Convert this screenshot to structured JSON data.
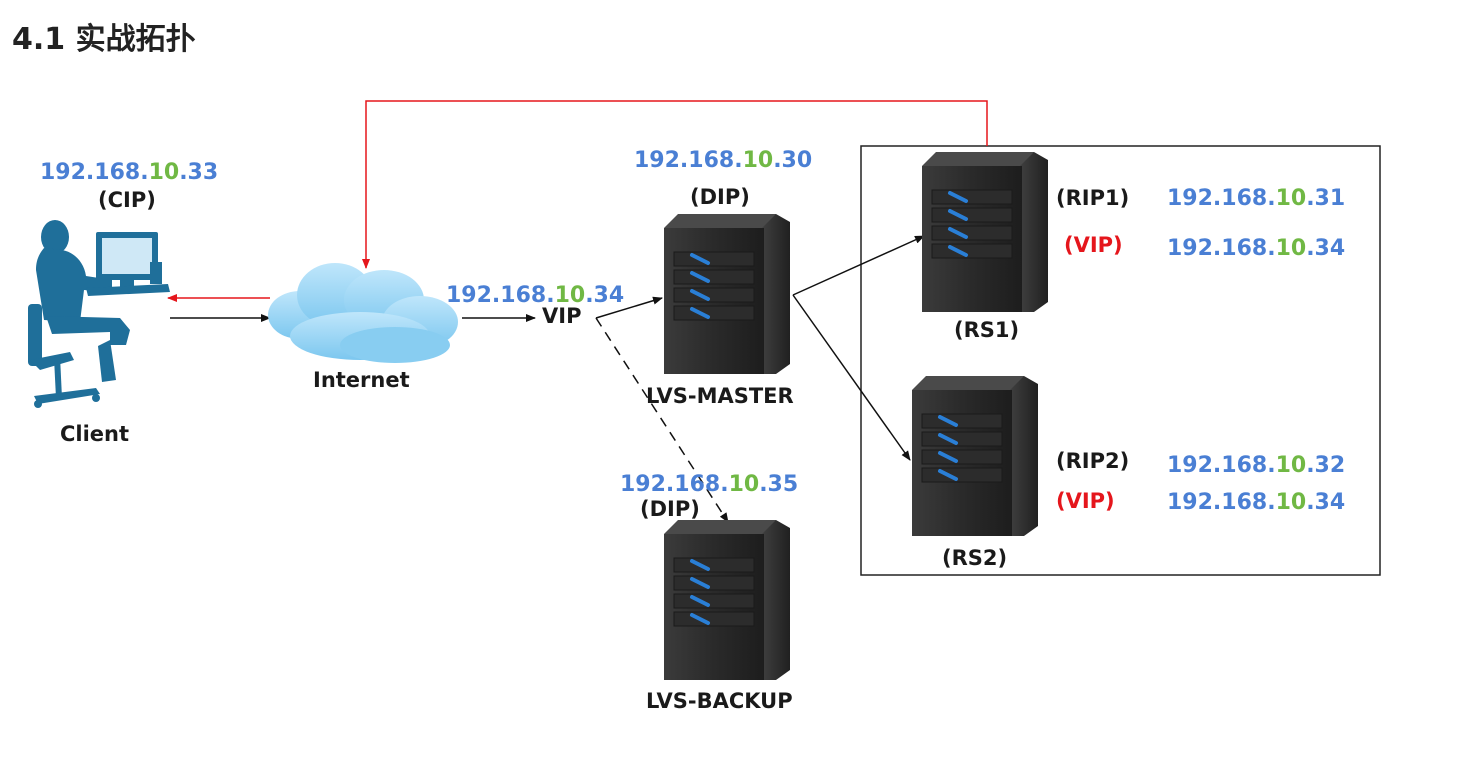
{
  "title": "4.1 实战拓扑",
  "colors": {
    "ip_blue": "#4a7fd4",
    "ip_green": "#70b844",
    "arrow_red": "#e5161c",
    "text": "#1a1a1a"
  },
  "client": {
    "ip": {
      "prefix": "192.168.",
      "subnet": "10",
      "host": ".33"
    },
    "role": "(CIP)",
    "name": "Client",
    "icon": "user-computer-icon"
  },
  "internet": {
    "name": "Internet",
    "icon": "cloud-icon"
  },
  "vip": {
    "ip": {
      "prefix": "192.168.",
      "subnet": "10",
      "host": ".34"
    },
    "label": "VIP"
  },
  "master": {
    "ip": {
      "prefix": "192.168.",
      "subnet": "10",
      "host": ".30"
    },
    "role": "(DIP)",
    "name": "LVS-MASTER",
    "icon": "server-icon"
  },
  "backup": {
    "ip": {
      "prefix": "192.168.",
      "subnet": "10",
      "host": ".35"
    },
    "role": "(DIP)",
    "name": "LVS-BACKUP",
    "icon": "server-icon"
  },
  "rs1": {
    "name": "(RS1)",
    "rip_label": "(RIP1)",
    "vip_label": "(VIP)",
    "rip": {
      "prefix": "192.168.",
      "subnet": "10",
      "host": ".31"
    },
    "vip": {
      "prefix": "192.168.",
      "subnet": "10",
      "host": ".34"
    },
    "icon": "server-icon"
  },
  "rs2": {
    "name": "(RS2)",
    "rip_label": "(RIP2)",
    "vip_label": "(VIP)",
    "rip": {
      "prefix": "192.168.",
      "subnet": "10",
      "host": ".32"
    },
    "vip": {
      "prefix": "192.168.",
      "subnet": "10",
      "host": ".34"
    },
    "icon": "server-icon"
  }
}
